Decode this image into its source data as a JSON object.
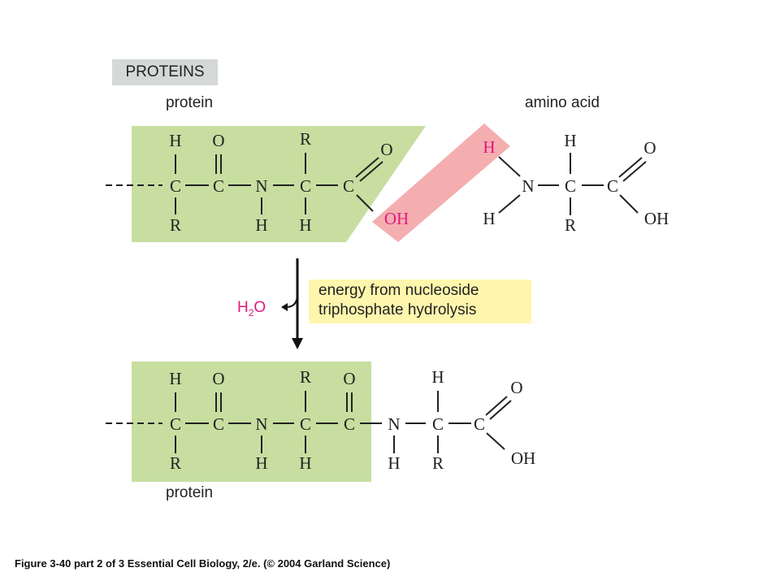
{
  "title": "PROTEINS",
  "top": {
    "protein_label": "protein",
    "amino_acid_label": "amino acid",
    "atoms": [
      {
        "label": "H",
        "role": "top-alpha-H"
      },
      {
        "label": "O",
        "role": "top-carbonyl-O"
      },
      {
        "label": "R",
        "role": "top-alpha-R-up"
      },
      {
        "label": "O",
        "role": "top-terminal-O"
      },
      {
        "label": "C",
        "role": "top-alpha-C1"
      },
      {
        "label": "C",
        "role": "top-carbonyl-C1"
      },
      {
        "label": "N",
        "role": "top-N"
      },
      {
        "label": "C",
        "role": "top-alpha-C2"
      },
      {
        "label": "C",
        "role": "top-carboxyl-C"
      },
      {
        "label": "R",
        "role": "top-alpha-R-down"
      },
      {
        "label": "H",
        "role": "top-N-H"
      },
      {
        "label": "H",
        "role": "top-alpha-H2"
      },
      {
        "label": "OH",
        "role": "top-hydroxyl",
        "highlight": true
      },
      {
        "label": "H",
        "role": "aa-amino-H",
        "highlight": true
      },
      {
        "label": "H",
        "role": "aa-alpha-H"
      },
      {
        "label": "O",
        "role": "aa-carbonyl-O"
      },
      {
        "label": "N",
        "role": "aa-N"
      },
      {
        "label": "C",
        "role": "aa-alpha-C"
      },
      {
        "label": "C",
        "role": "aa-carboxyl-C"
      },
      {
        "label": "H",
        "role": "aa-amino-H2"
      },
      {
        "label": "R",
        "role": "aa-R"
      },
      {
        "label": "OH",
        "role": "aa-hydroxyl"
      }
    ]
  },
  "reaction": {
    "water": {
      "main": "H",
      "sub": "2",
      "tail": "O"
    },
    "energy_lines": [
      "energy from nucleoside",
      "triphosphate hydrolysis"
    ]
  },
  "bottom": {
    "protein_label": "protein",
    "atoms": [
      {
        "label": "H",
        "role": "b-alpha-H"
      },
      {
        "label": "O",
        "role": "b-carbonyl-O1"
      },
      {
        "label": "R",
        "role": "b-R-up"
      },
      {
        "label": "O",
        "role": "b-carbonyl-O2"
      },
      {
        "label": "H",
        "role": "b-new-alpha-H"
      },
      {
        "label": "O",
        "role": "b-terminal-O"
      },
      {
        "label": "C",
        "role": "b-alpha-C1"
      },
      {
        "label": "C",
        "role": "b-carbonyl-C1"
      },
      {
        "label": "N",
        "role": "b-N1"
      },
      {
        "label": "C",
        "role": "b-alpha-C2"
      },
      {
        "label": "C",
        "role": "b-carbonyl-C2"
      },
      {
        "label": "N",
        "role": "b-N2"
      },
      {
        "label": "C",
        "role": "b-alpha-C3"
      },
      {
        "label": "C",
        "role": "b-carboxyl-C"
      },
      {
        "label": "R",
        "role": "b-R-down1"
      },
      {
        "label": "H",
        "role": "b-N1-H"
      },
      {
        "label": "H",
        "role": "b-alpha-H2"
      },
      {
        "label": "H",
        "role": "b-N2-H"
      },
      {
        "label": "R",
        "role": "b-R-down2"
      },
      {
        "label": "OH",
        "role": "b-hydroxyl"
      }
    ]
  },
  "caption": "Figure 3-40 part 2 of 3  Essential Cell Biology, 2/e. (© 2004 Garland Science)",
  "colors": {
    "protein_region": "#c7dea0",
    "removed_region": "#f5aeb0",
    "highlight_text": "#e0197e",
    "energy_box": "#fff6ad",
    "title_box": "#d4d8d6"
  }
}
